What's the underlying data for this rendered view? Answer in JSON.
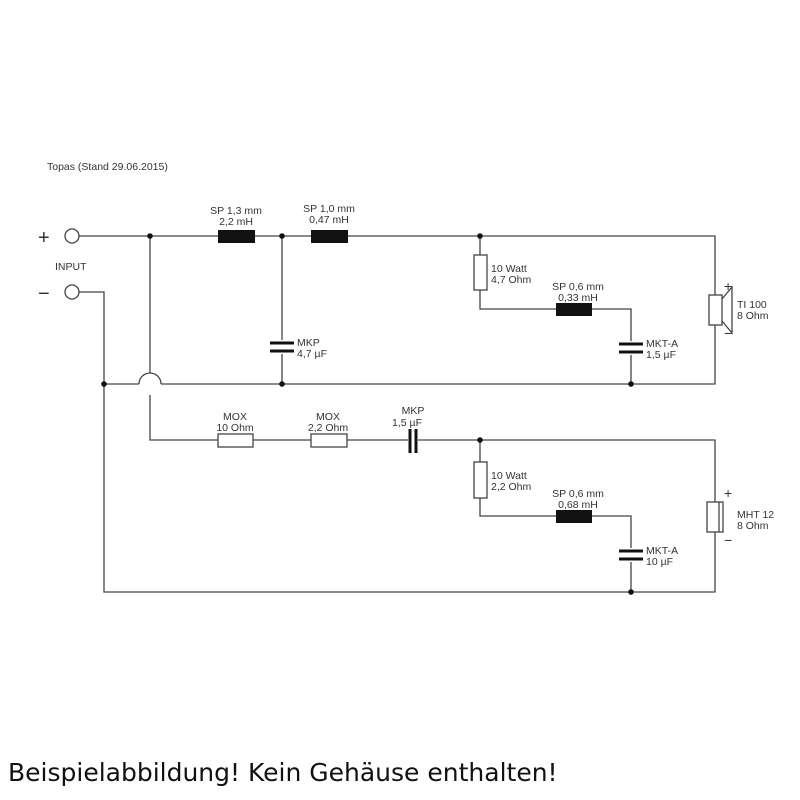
{
  "title": "Topas (Stand 29.06.2015)",
  "input": {
    "label": "INPUT",
    "plus": "+",
    "minus": "−"
  },
  "components": {
    "l1": [
      "SP 1,3 mm",
      "2,2 mH"
    ],
    "l2": [
      "SP 1,0 mm",
      "0,47 mH"
    ],
    "c1": [
      "MKP",
      "4,7 µF"
    ],
    "r1": [
      "10 Watt",
      "4,7 Ohm"
    ],
    "l3": [
      "SP 0,6 mm",
      "0,33 mH"
    ],
    "c2": [
      "MKT-A",
      "1,5 µF"
    ],
    "tweeter": [
      "TI 100",
      "8 Ohm"
    ],
    "r2": [
      "MOX",
      "10 Ohm"
    ],
    "r3": [
      "MOX",
      "2,2 Ohm"
    ],
    "c3": [
      "MKP",
      "1,5 µF"
    ],
    "r4": [
      "10 Watt",
      "2,2 Ohm"
    ],
    "l4": [
      "SP 0,6 mm",
      "0,68 mH"
    ],
    "c4": [
      "MKT-A",
      "10 µF"
    ],
    "midrange": [
      "MHT 12",
      "8 Ohm"
    ]
  },
  "polarity": {
    "plus": "+",
    "minus": "−"
  },
  "footer": "Beispielabbildung! Kein Gehäuse enthalten!"
}
